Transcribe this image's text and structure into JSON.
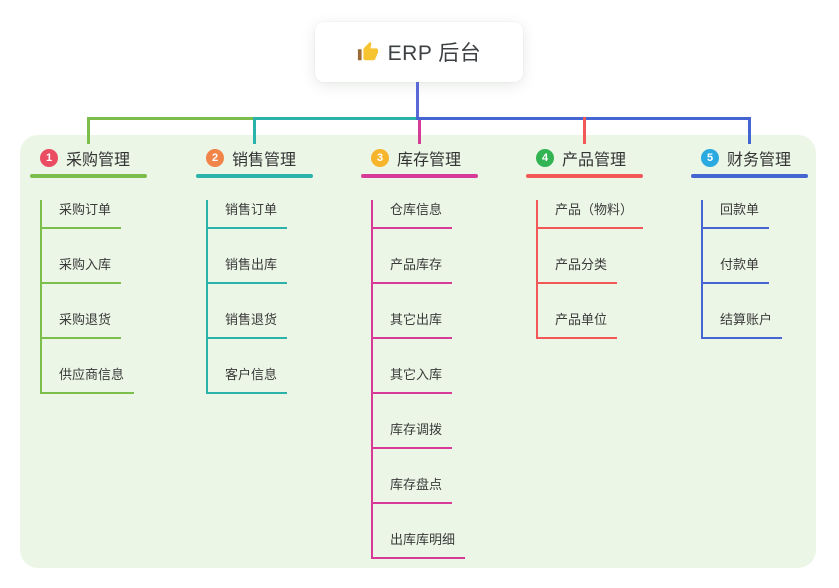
{
  "root": {
    "label": "ERP 后台",
    "icon": "thumbs-up-icon",
    "icon_colors": {
      "hand": "#f6c331",
      "cuff": "#9c6b34"
    }
  },
  "colors": {
    "page_bg": "#ffffff",
    "panel_bg": "#ebf6e6",
    "root_trunk": "#5b68d8",
    "root_text": "#3c4043",
    "branch_label_text": "#333333",
    "child_text": "#3a3a3a"
  },
  "branches": [
    {
      "num": "1",
      "label": "采购管理",
      "line_color": "#7cbe4b",
      "badge_color": "#ea4c62",
      "children": [
        "采购订单",
        "采购入库",
        "采购退货",
        "供应商信息"
      ]
    },
    {
      "num": "2",
      "label": "销售管理",
      "line_color": "#2bb3ab",
      "badge_color": "#f08449",
      "children": [
        "销售订单",
        "销售出库",
        "销售退货",
        "客户信息"
      ]
    },
    {
      "num": "3",
      "label": "库存管理",
      "line_color": "#d63c97",
      "badge_color": "#f7b52c",
      "children": [
        "仓库信息",
        "产品库存",
        "其它出库",
        "其它入库",
        "库存调拨",
        "库存盘点",
        "出库库明细"
      ]
    },
    {
      "num": "4",
      "label": "产品管理",
      "line_color": "#f25858",
      "badge_color": "#32b453",
      "children": [
        "产品（物料）",
        "产品分类",
        "产品单位"
      ]
    },
    {
      "num": "5",
      "label": "财务管理",
      "line_color": "#4465d2",
      "badge_color": "#2ba9e1",
      "children": [
        "回款单",
        "付款单",
        "结算账户"
      ]
    }
  ]
}
